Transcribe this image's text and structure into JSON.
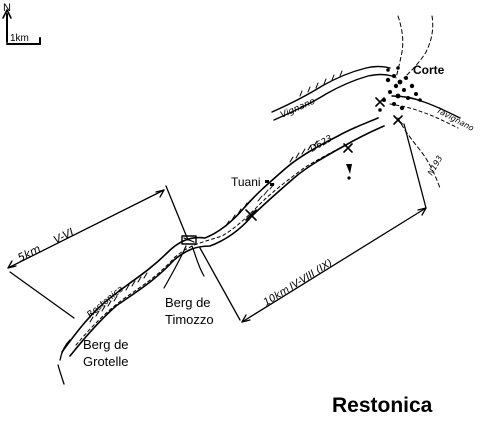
{
  "map": {
    "title": "Restonica",
    "north_label": "N",
    "scale_label": "1km",
    "places": {
      "corte": "Corte",
      "tuani": "Tuani",
      "berg_timozzo_line1": "Berg de",
      "berg_timozzo_line2": "Timozzo",
      "berg_grotelle_line1": "Berg de",
      "berg_grotelle_line2": "Grotelle"
    },
    "handwritten": {
      "river_restonica": "Restonica",
      "river_vignano": "Vignano",
      "river_tavignano": "Tavignano",
      "road_d623": "D623",
      "road_n193": "N193",
      "distance_left": "5km",
      "months_left": "V-VI",
      "distance_right": "10km",
      "months_right": "IV-VIII (IX)"
    }
  }
}
